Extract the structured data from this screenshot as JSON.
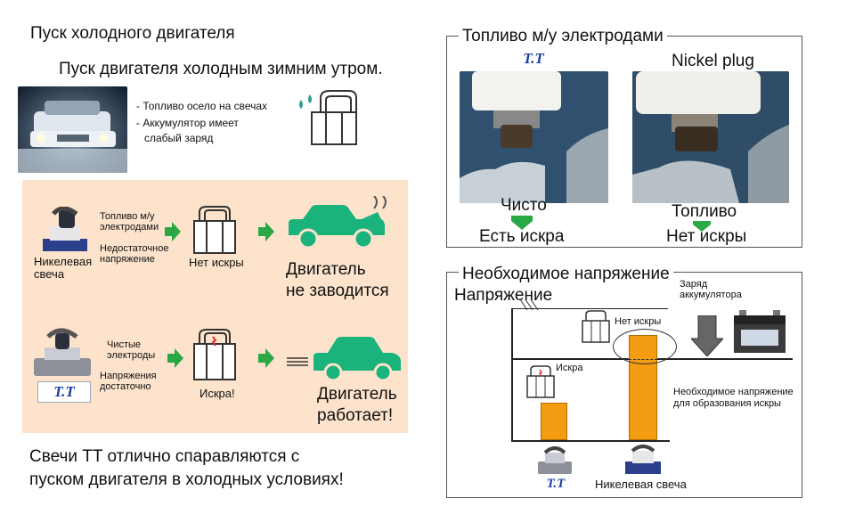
{
  "title": "Пуск холодного двигателя",
  "subtitle": "Пуск двигателя холодным зимним утром.",
  "winter": {
    "note1": "- Топливо осело на свечах",
    "note2": "- Аккумулятор имеет",
    "note3": "слабый заряд"
  },
  "left_panel": {
    "row1": {
      "plug_label1": "Никелевая",
      "plug_label2": "свеча",
      "cond1a": "Топливо м/у",
      "cond1b": "электродами",
      "cond2a": "Недостаточное",
      "cond2b": "напряжение",
      "spark_label": "Нет искры",
      "result1": "Двигатель",
      "result2": "не заводится"
    },
    "row2": {
      "logo": "T.T",
      "cond1a": "Чистые",
      "cond1b": "электроды",
      "cond2a": "Напряжения",
      "cond2b": "достаточно",
      "spark_label": "Искра!",
      "result1": "Двигатель",
      "result2": "работает!"
    }
  },
  "bottom_text1": "Свечи TT отлично спаравляются с",
  "bottom_text2": "пуском двигателя в холодных условиях!",
  "fuel_panel": {
    "title": "Топливо м/у электродами",
    "left_logo": "T.T",
    "right_label": "Nickel plug",
    "left_state": "Чисто",
    "left_result": "Есть искра",
    "right_state": "Топливо",
    "right_result": "Нет искры"
  },
  "voltage_panel": {
    "title": "Необходимое напряжение",
    "ylabel": "Напряжение",
    "battery1": "Заряд",
    "battery2": "аккумулятора",
    "no_spark": "Нет искры",
    "spark": "Искра",
    "req1": "Необходимое напряжение",
    "req2": "для образования искры",
    "bottom_logo": "T.T",
    "bottom_label": "Никелевая свеча"
  },
  "colors": {
    "peach": "#fde3cc",
    "car_green": "#1ab37c",
    "arrow_green": "#2aa845",
    "bar_orange": "#f39c12",
    "logo_blue": "#1a3fa3"
  }
}
